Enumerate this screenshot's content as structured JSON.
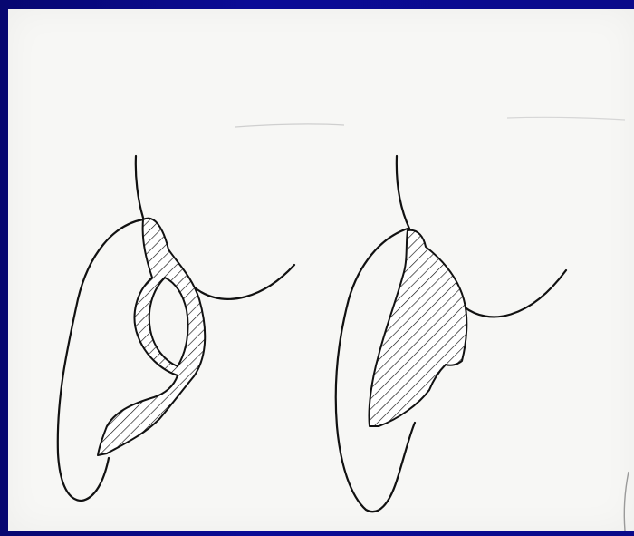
{
  "slide": {
    "background_color": "#0a0a8c",
    "paper_color": "#f7f7f5"
  },
  "figures": [
    {
      "name": "left-ear-figure",
      "pattern": "hatched-band"
    },
    {
      "name": "right-ear-figure",
      "pattern": "hatched-region"
    }
  ]
}
